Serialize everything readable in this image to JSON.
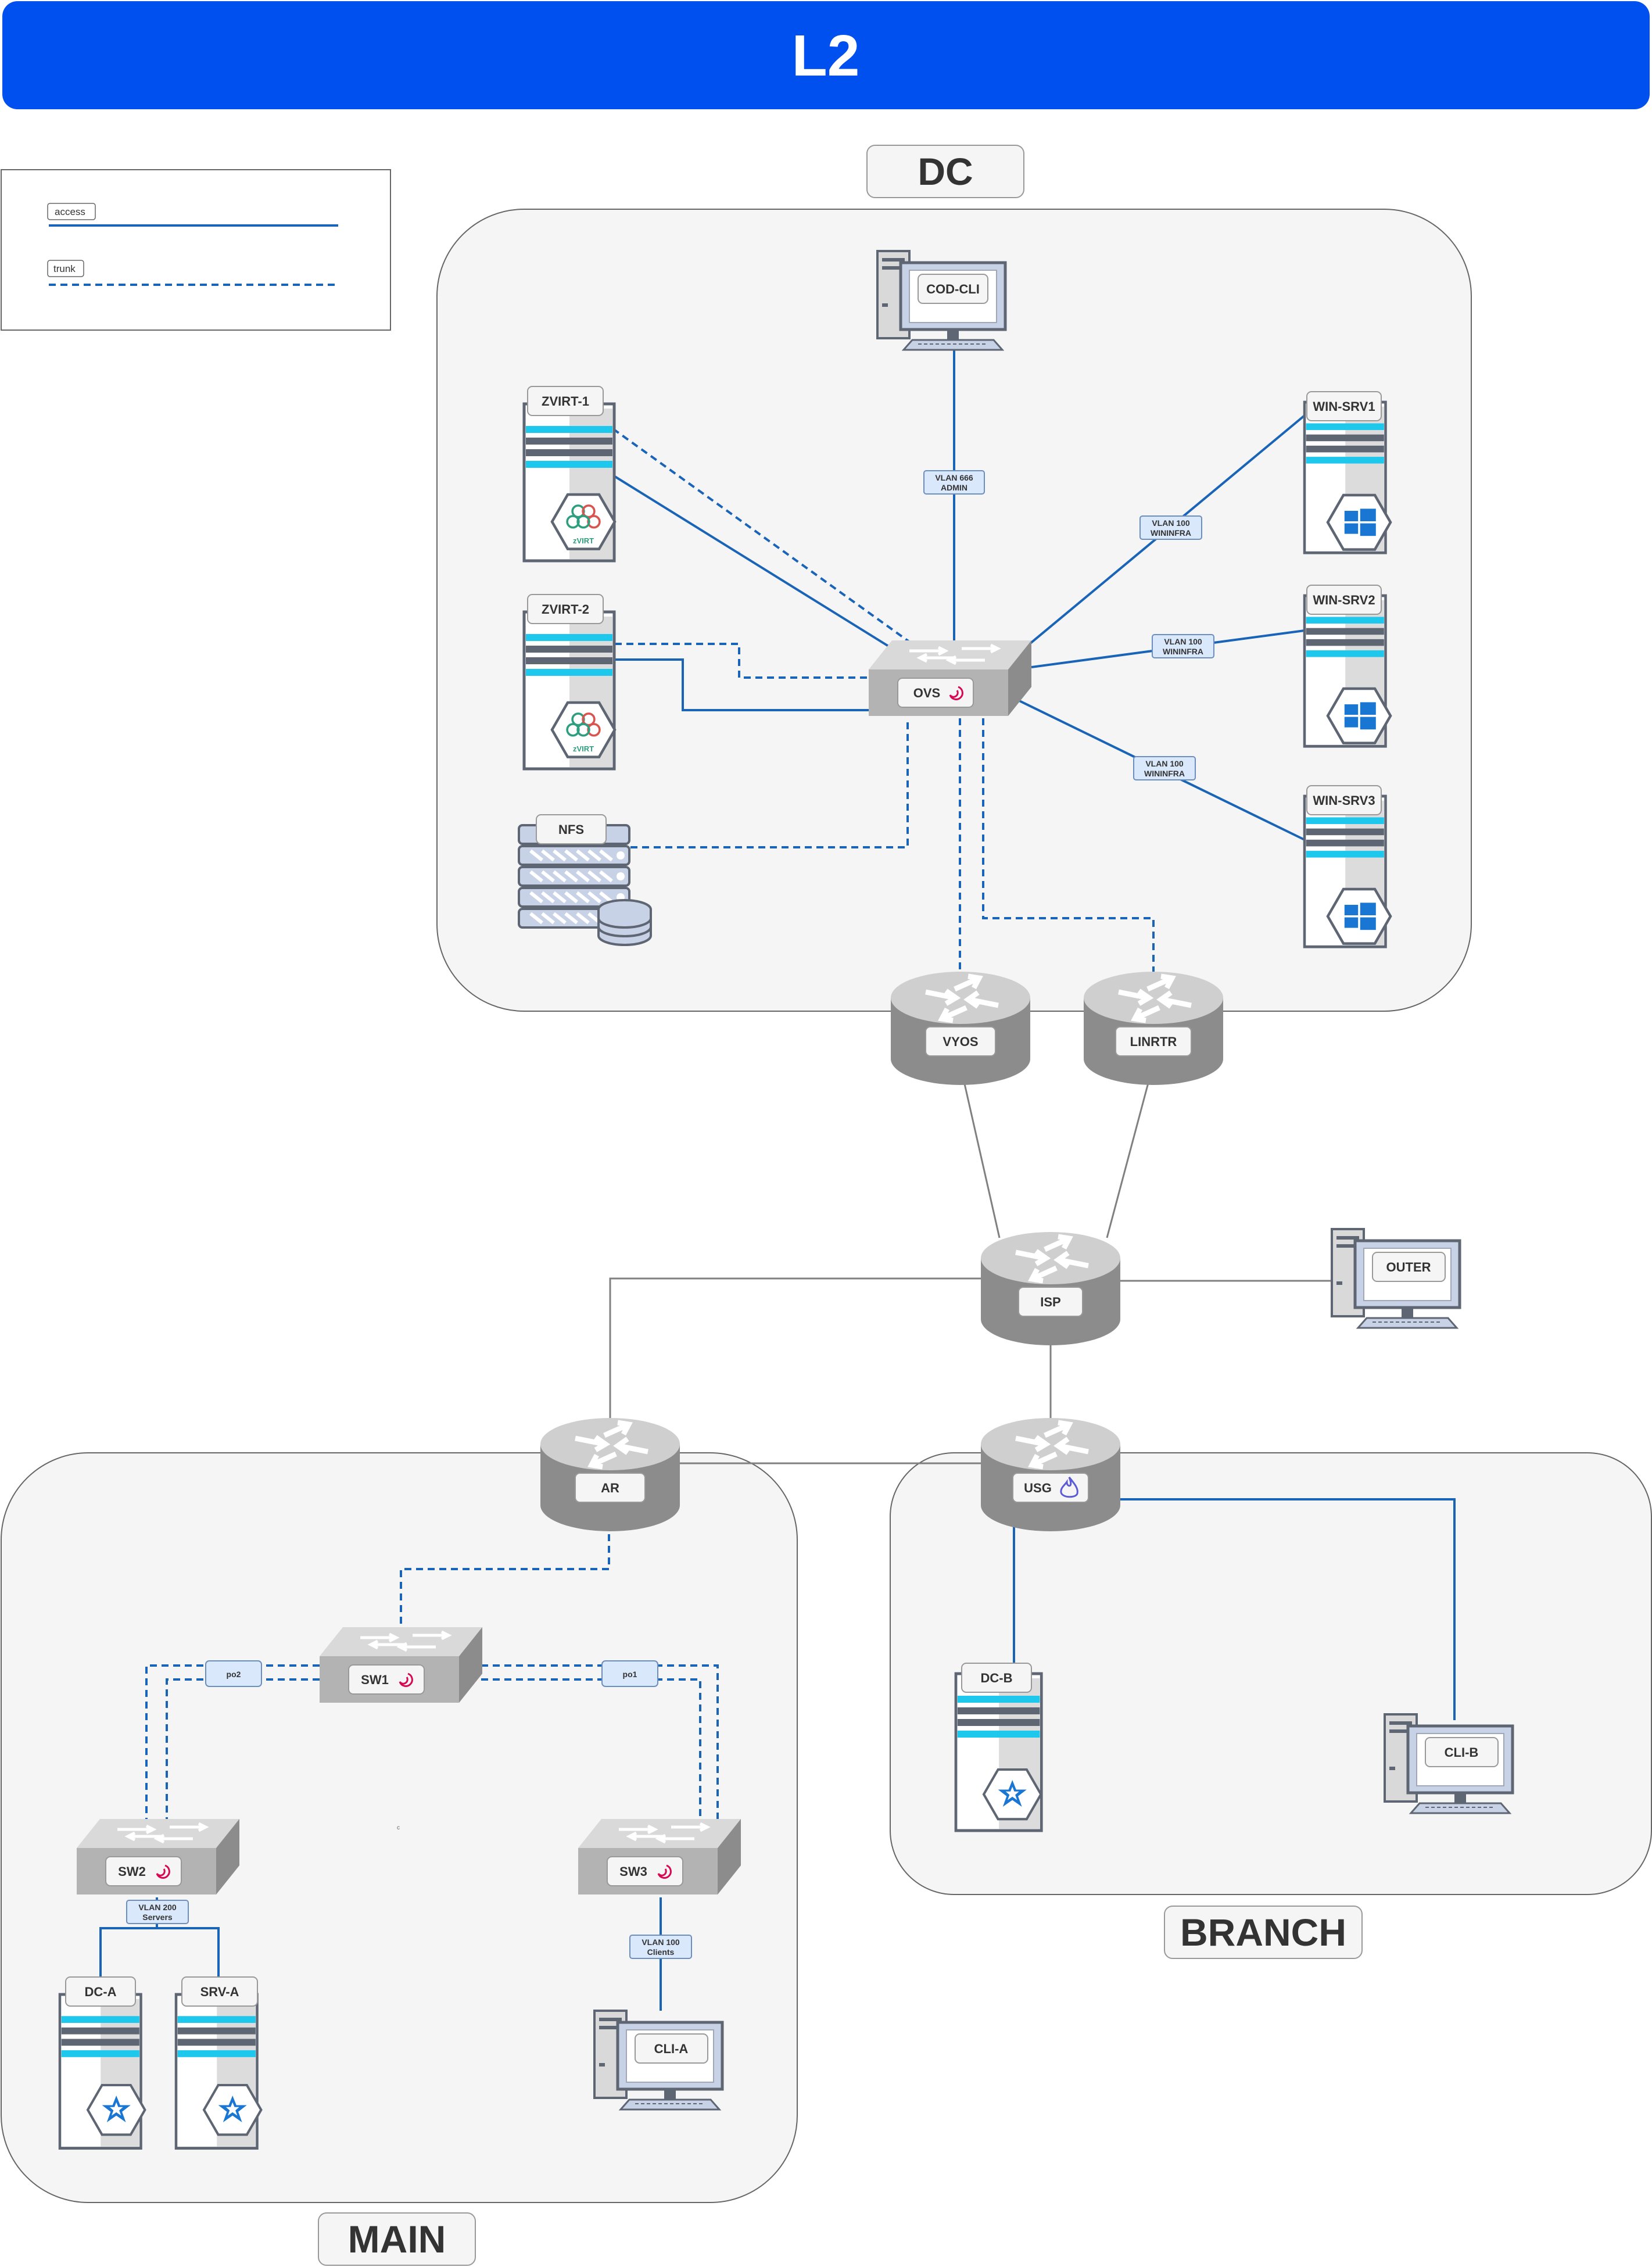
{
  "title": "L2",
  "legend": {
    "access": "access",
    "trunk": "trunk"
  },
  "zones": {
    "dc": "DC",
    "branch": "BRANCH",
    "main": "MAIN"
  },
  "devices": {
    "cod_cli": "COD-CLI",
    "zvirt1": "ZVIRT-1",
    "zvirt2": "ZVIRT-2",
    "nfs": "NFS",
    "ovs": "OVS",
    "win_srv1": "WIN-SRV1",
    "win_srv2": "WIN-SRV2",
    "win_srv3": "WIN-SRV3",
    "vyos": "VYOS",
    "linrtr": "LINRTR",
    "isp": "ISP",
    "outer": "OUTER",
    "ar": "AR",
    "usg": "USG",
    "sw1": "SW1",
    "sw2": "SW2",
    "sw3": "SW3",
    "dc_a": "DC-A",
    "srv_a": "SRV-A",
    "cli_a": "CLI-A",
    "dc_b": "DC-B",
    "cli_b": "CLI-B"
  },
  "vlan_tags": {
    "admin_1": "VLAN 666",
    "admin_2": "ADMIN",
    "wininfra1_1": "VLAN 100",
    "wininfra1_2": "WININFRA",
    "wininfra2_1": "VLAN 100",
    "wininfra2_2": "WININFRA",
    "wininfra3_1": "VLAN 100",
    "wininfra3_2": "WININFRA",
    "servers_1": "VLAN 200",
    "servers_2": "Servers",
    "clients_1": "VLAN 100",
    "clients_2": "Clients"
  },
  "port_channels": {
    "po1": "po1",
    "po2": "po2"
  },
  "stray_text": "c",
  "logos": {
    "zvirt": "zVIRT"
  },
  "colors": {
    "title_bar": "#0050ef",
    "link": "#1a64b8",
    "wan_link": "#808080",
    "zone_fill": "#f5f5f5",
    "vlan_tag_fill": "#dae8fc",
    "windows_blue": "#1976d2",
    "debian_red": "#d70751",
    "firewall_purple": "#5b5bd6"
  },
  "icons": {
    "debian": "debian-swirl-icon",
    "windows": "windows-logo-icon",
    "zvirt": "zvirt-hexagon-icon",
    "firewall": "flame-icon",
    "samba": "star-hexagon-icon"
  }
}
